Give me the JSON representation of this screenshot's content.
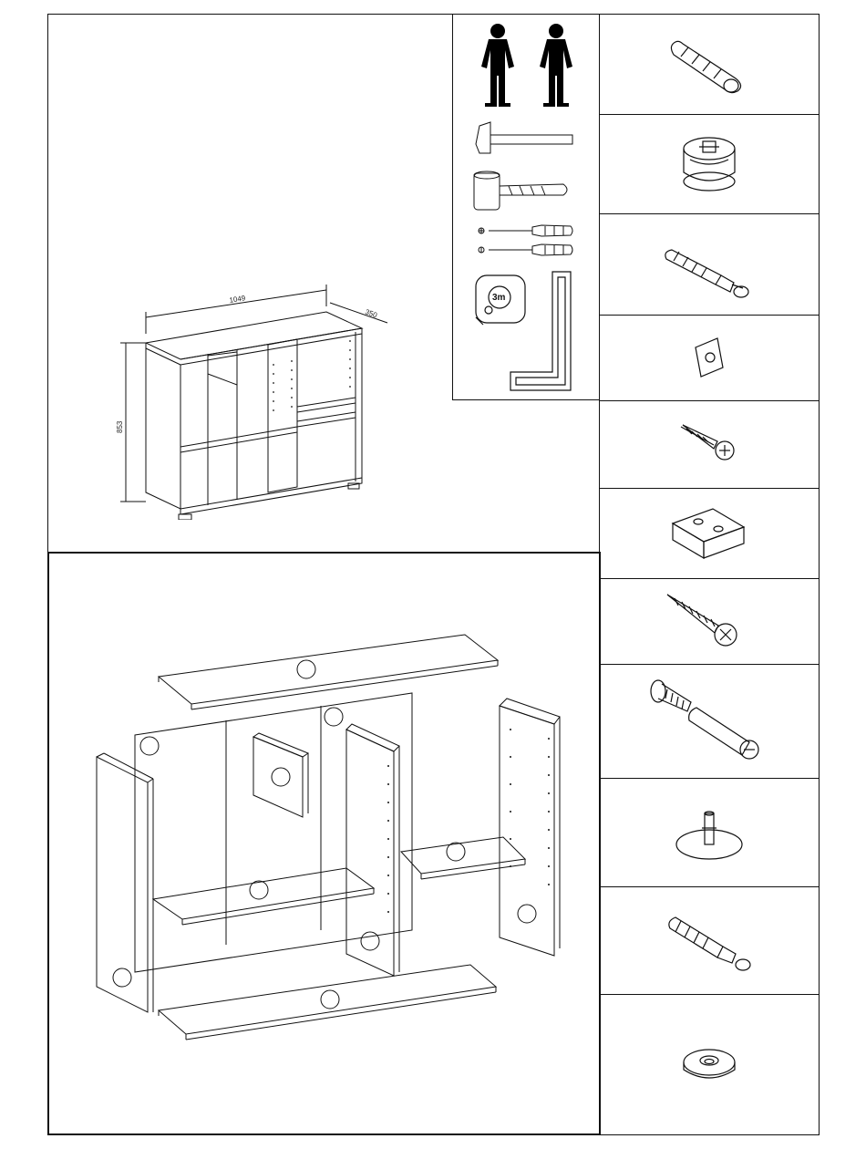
{
  "page": {
    "title": ""
  },
  "overview": {
    "dimension_width": "1049",
    "dimension_depth": "350",
    "dimension_height": "853"
  },
  "tools": {
    "people_icon": "two-person-icon",
    "hammer_icon": "hammer-icon",
    "mallet_icon": "rubber-mallet-icon",
    "screwdriver_icons": [
      "phillips-screwdriver-icon",
      "flat-screwdriver-icon"
    ],
    "tape_label": "3m",
    "square_icon": "carpenter-square-icon"
  },
  "hardware": [
    "wood-dowel-icon",
    "cam-lock-icon",
    "shelf-connector-icon",
    "back-panel-clip-icon",
    "short-screw-icon",
    "connector-block-icon",
    "long-screw-icon",
    "connecting-bolt-icon",
    "glide-foot-icon",
    "plastic-dowel-icon",
    "cap-washer-icon"
  ]
}
